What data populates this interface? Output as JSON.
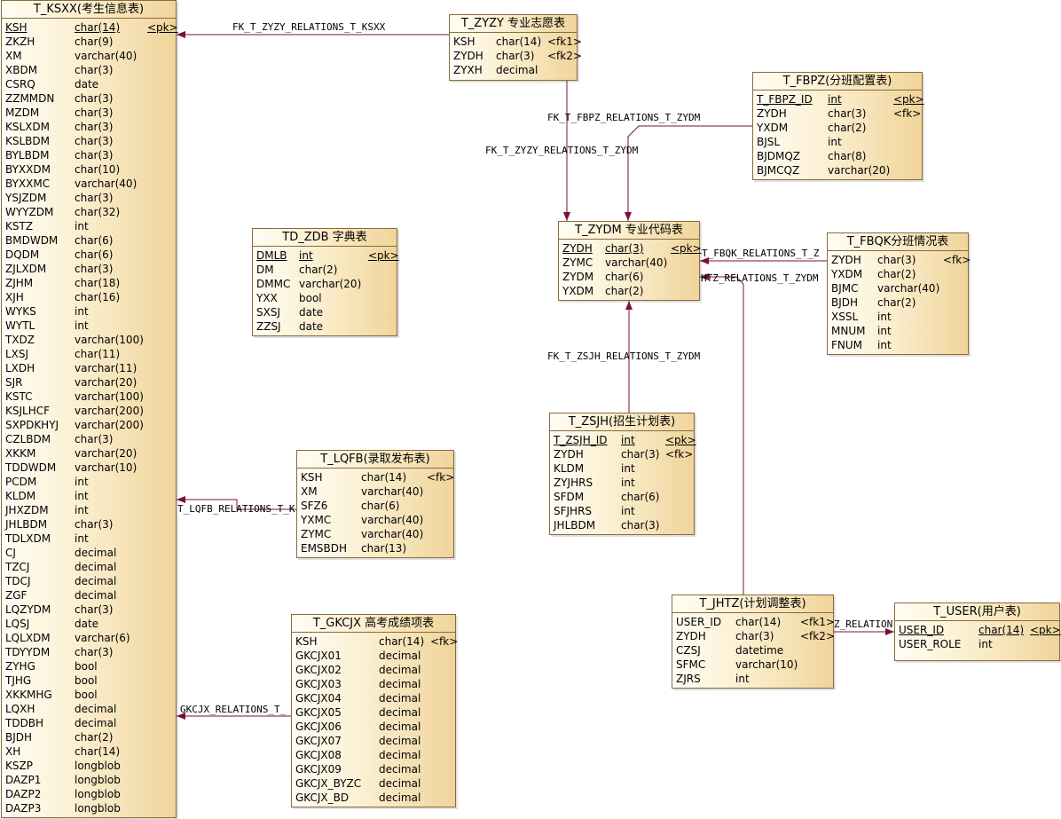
{
  "line_color": "#7a0f3c",
  "entities": [
    {
      "id": "t_ksxx",
      "title": "T_KSXX(考生信息表)",
      "fields": [
        {
          "name": "KSH",
          "type": "char(14)",
          "key": "<pk>",
          "pk": true
        },
        {
          "name": "ZKZH",
          "type": "char(9)",
          "key": ""
        },
        {
          "name": "XM",
          "type": "varchar(40)",
          "key": ""
        },
        {
          "name": "XBDM",
          "type": "char(3)",
          "key": ""
        },
        {
          "name": "CSRQ",
          "type": "date",
          "key": ""
        },
        {
          "name": "ZZMMDN",
          "type": "char(3)",
          "key": ""
        },
        {
          "name": "MZDM",
          "type": "char(3)",
          "key": ""
        },
        {
          "name": "KSLXDM",
          "type": "char(3)",
          "key": ""
        },
        {
          "name": "KSLBDM",
          "type": "char(3)",
          "key": ""
        },
        {
          "name": "BYLBDM",
          "type": "char(3)",
          "key": ""
        },
        {
          "name": "BYXXDM",
          "type": "char(10)",
          "key": ""
        },
        {
          "name": "BYXXMC",
          "type": "varchar(40)",
          "key": ""
        },
        {
          "name": "YSJZDM",
          "type": "char(3)",
          "key": ""
        },
        {
          "name": "WYYZDM",
          "type": "char(32)",
          "key": ""
        },
        {
          "name": "KSTZ",
          "type": "int",
          "key": ""
        },
        {
          "name": "BMDWDM",
          "type": "char(6)",
          "key": ""
        },
        {
          "name": "DQDM",
          "type": "char(6)",
          "key": ""
        },
        {
          "name": "ZJLXDM",
          "type": "char(3)",
          "key": ""
        },
        {
          "name": "ZJHM",
          "type": "char(18)",
          "key": ""
        },
        {
          "name": "XJH",
          "type": "char(16)",
          "key": ""
        },
        {
          "name": "WYKS",
          "type": "int",
          "key": ""
        },
        {
          "name": "WYTL",
          "type": "int",
          "key": ""
        },
        {
          "name": "TXDZ",
          "type": "varchar(100)",
          "key": ""
        },
        {
          "name": "LXSJ",
          "type": "char(11)",
          "key": ""
        },
        {
          "name": "LXDH",
          "type": "varchar(11)",
          "key": ""
        },
        {
          "name": "SJR",
          "type": "varchar(20)",
          "key": ""
        },
        {
          "name": "KSTC",
          "type": "varchar(100)",
          "key": ""
        },
        {
          "name": "KSJLHCF",
          "type": "varchar(200)",
          "key": ""
        },
        {
          "name": "SXPDKHYJ",
          "type": "varchar(200)",
          "key": ""
        },
        {
          "name": "CZLBDM",
          "type": "char(3)",
          "key": ""
        },
        {
          "name": "XKKM",
          "type": "varchar(20)",
          "key": ""
        },
        {
          "name": "TDDWDM",
          "type": "varchar(10)",
          "key": ""
        },
        {
          "name": "PCDM",
          "type": "int",
          "key": ""
        },
        {
          "name": "KLDM",
          "type": "int",
          "key": ""
        },
        {
          "name": "JHXZDM",
          "type": "int",
          "key": ""
        },
        {
          "name": "JHLBDM",
          "type": "char(3)",
          "key": ""
        },
        {
          "name": "TDLXDM",
          "type": "int",
          "key": ""
        },
        {
          "name": "CJ",
          "type": "decimal",
          "key": ""
        },
        {
          "name": "TZCJ",
          "type": "decimal",
          "key": ""
        },
        {
          "name": "TDCJ",
          "type": "decimal",
          "key": ""
        },
        {
          "name": "ZGF",
          "type": "decimal",
          "key": ""
        },
        {
          "name": "LQZYDM",
          "type": "char(3)",
          "key": ""
        },
        {
          "name": "LQSJ",
          "type": "date",
          "key": ""
        },
        {
          "name": "LQLXDM",
          "type": "varchar(6)",
          "key": ""
        },
        {
          "name": "TDYYDM",
          "type": "char(3)",
          "key": ""
        },
        {
          "name": "ZYHG",
          "type": "bool",
          "key": ""
        },
        {
          "name": "TJHG",
          "type": "bool",
          "key": ""
        },
        {
          "name": "XKKMHG",
          "type": "bool",
          "key": ""
        },
        {
          "name": "LQXH",
          "type": "decimal",
          "key": ""
        },
        {
          "name": "TDDBH",
          "type": "decimal",
          "key": ""
        },
        {
          "name": "BJDH",
          "type": "char(2)",
          "key": ""
        },
        {
          "name": "XH",
          "type": "char(14)",
          "key": ""
        },
        {
          "name": "KSZP",
          "type": "longblob",
          "key": ""
        },
        {
          "name": "DAZP1",
          "type": "longblob",
          "key": ""
        },
        {
          "name": "DAZP2",
          "type": "longblob",
          "key": ""
        },
        {
          "name": "DAZP3",
          "type": "longblob",
          "key": ""
        }
      ]
    },
    {
      "id": "t_zyzy",
      "title": "T_ZYZY 专业志愿表",
      "fields": [
        {
          "name": "KSH",
          "type": "char(14)",
          "key": "<fk1>"
        },
        {
          "name": "ZYDH",
          "type": "char(3)",
          "key": "<fk2>"
        },
        {
          "name": "ZYXH",
          "type": "decimal",
          "key": ""
        }
      ]
    },
    {
      "id": "t_fbpz",
      "title": "T_FBPZ(分班配置表)",
      "fields": [
        {
          "name": "T_FBPZ_ID",
          "type": "int",
          "key": "<pk>",
          "pk": true
        },
        {
          "name": "ZYDH",
          "type": "char(3)",
          "key": "<fk>"
        },
        {
          "name": "YXDM",
          "type": "char(2)",
          "key": ""
        },
        {
          "name": "BJSL",
          "type": "int",
          "key": ""
        },
        {
          "name": "BJDMQZ",
          "type": "char(8)",
          "key": ""
        },
        {
          "name": "BJMCQZ",
          "type": "varchar(20)",
          "key": ""
        }
      ]
    },
    {
      "id": "td_zdb",
      "title": "TD_ZDB 字典表",
      "fields": [
        {
          "name": "DMLB",
          "type": "int",
          "key": "<pk>",
          "pk": true
        },
        {
          "name": "DM",
          "type": "char(2)",
          "key": ""
        },
        {
          "name": "DMMC",
          "type": "varchar(20)",
          "key": ""
        },
        {
          "name": "YXX",
          "type": "bool",
          "key": ""
        },
        {
          "name": "SXSJ",
          "type": "date",
          "key": ""
        },
        {
          "name": "ZZSJ",
          "type": "date",
          "key": ""
        }
      ]
    },
    {
      "id": "t_zydm",
      "title": "T_ZYDM 专业代码表",
      "fields": [
        {
          "name": "ZYDH",
          "type": "char(3)",
          "key": "<pk>",
          "pk": true
        },
        {
          "name": "ZYMC",
          "type": "varchar(40)",
          "key": ""
        },
        {
          "name": "ZYDM",
          "type": "char(6)",
          "key": ""
        },
        {
          "name": "YXDM",
          "type": "char(2)",
          "key": ""
        }
      ]
    },
    {
      "id": "t_fbqk",
      "title": "T_FBQK分班情况表",
      "fields": [
        {
          "name": "ZYDH",
          "type": "char(3)",
          "key": "<fk>"
        },
        {
          "name": "YXDM",
          "type": "char(2)",
          "key": ""
        },
        {
          "name": "BJMC",
          "type": "varchar(40)",
          "key": ""
        },
        {
          "name": "BJDH",
          "type": "char(2)",
          "key": ""
        },
        {
          "name": "XSSL",
          "type": "int",
          "key": ""
        },
        {
          "name": "MNUM",
          "type": "int",
          "key": ""
        },
        {
          "name": "FNUM",
          "type": "int",
          "key": ""
        }
      ]
    },
    {
      "id": "t_zsjh",
      "title": "T_ZSJH(招生计划表)",
      "fields": [
        {
          "name": "T_ZSJH_ID",
          "type": "int",
          "key": "<pk>",
          "pk": true
        },
        {
          "name": "ZYDH",
          "type": "char(3)",
          "key": "<fk>"
        },
        {
          "name": "KLDM",
          "type": "int",
          "key": ""
        },
        {
          "name": "ZYJHRS",
          "type": "int",
          "key": ""
        },
        {
          "name": "SFDM",
          "type": "char(6)",
          "key": ""
        },
        {
          "name": "SFJHRS",
          "type": "int",
          "key": ""
        },
        {
          "name": "JHLBDM",
          "type": "char(3)",
          "key": ""
        }
      ]
    },
    {
      "id": "t_lqfb",
      "title": "T_LQFB(录取发布表)",
      "fields": [
        {
          "name": "KSH",
          "type": "char(14)",
          "key": "<fk>"
        },
        {
          "name": "XM",
          "type": "varchar(40)",
          "key": ""
        },
        {
          "name": "SFZ6",
          "type": "char(6)",
          "key": ""
        },
        {
          "name": "YXMC",
          "type": "varchar(40)",
          "key": ""
        },
        {
          "name": "ZYMC",
          "type": "varchar(40)",
          "key": ""
        },
        {
          "name": "EMSBDH",
          "type": "char(13)",
          "key": ""
        }
      ]
    },
    {
      "id": "t_gkcjx",
      "title": "T_GKCJX 高考成绩项表",
      "fields": [
        {
          "name": "KSH",
          "type": "char(14)",
          "key": "<fk>"
        },
        {
          "name": "GKCJX01",
          "type": "decimal",
          "key": ""
        },
        {
          "name": "GKCJX02",
          "type": "decimal",
          "key": ""
        },
        {
          "name": "GKCJX03",
          "type": "decimal",
          "key": ""
        },
        {
          "name": "GKCJX04",
          "type": "decimal",
          "key": ""
        },
        {
          "name": "GKCJX05",
          "type": "decimal",
          "key": ""
        },
        {
          "name": "GKCJX06",
          "type": "decimal",
          "key": ""
        },
        {
          "name": "GKCJX07",
          "type": "decimal",
          "key": ""
        },
        {
          "name": "GKCJX08",
          "type": "decimal",
          "key": ""
        },
        {
          "name": "GKCJX09",
          "type": "decimal",
          "key": ""
        },
        {
          "name": "GKCJX_BYZC",
          "type": "decimal",
          "key": ""
        },
        {
          "name": "GKCJX_BD",
          "type": "decimal",
          "key": ""
        }
      ]
    },
    {
      "id": "t_jhtz",
      "title": "T_JHTZ(计划调整表)",
      "fields": [
        {
          "name": "USER_ID",
          "type": "char(14)",
          "key": "<fk1>"
        },
        {
          "name": "ZYDH",
          "type": "char(3)",
          "key": "<fk2>"
        },
        {
          "name": "CZSJ",
          "type": "datetime",
          "key": ""
        },
        {
          "name": "SFMC",
          "type": "varchar(10)",
          "key": ""
        },
        {
          "name": "ZJRS",
          "type": "int",
          "key": ""
        }
      ]
    },
    {
      "id": "t_user",
      "title": "T_USER(用户表)",
      "fields": [
        {
          "name": "USER_ID",
          "type": "char(14)",
          "key": "<pk>",
          "pk": true
        },
        {
          "name": "USER_ROLE",
          "type": "int",
          "key": ""
        }
      ]
    }
  ],
  "relations": [
    {
      "id": "r_zyzy_ksxx",
      "label": "FK_T_ZYZY_RELATIONS_T_KSXX"
    },
    {
      "id": "r_fbpz_zydm",
      "label": "FK_T_FBPZ_RELATIONS_T_ZYDM"
    },
    {
      "id": "r_zyzy_zydm",
      "label": "FK_T_ZYZY_RELATIONS_T_ZYDM"
    },
    {
      "id": "r_fbqk_zydm",
      "label": "T_FBQK_RELATIONS_T_Z"
    },
    {
      "id": "r_jhtz_zydm",
      "label": "HTZ_RELATIONS_T_ZYDM"
    },
    {
      "id": "r_zsjh_zydm",
      "label": "FK_T_ZSJH_RELATIONS_T_ZYDM"
    },
    {
      "id": "r_lqfb_ksxx",
      "label": "T_LQFB_RELATIONS_T_K"
    },
    {
      "id": "r_gkcjx_ksxx",
      "label": "GKCJX_RELATIONS_T_"
    },
    {
      "id": "r_jhtz_user",
      "label": "Z_RELATION"
    }
  ]
}
